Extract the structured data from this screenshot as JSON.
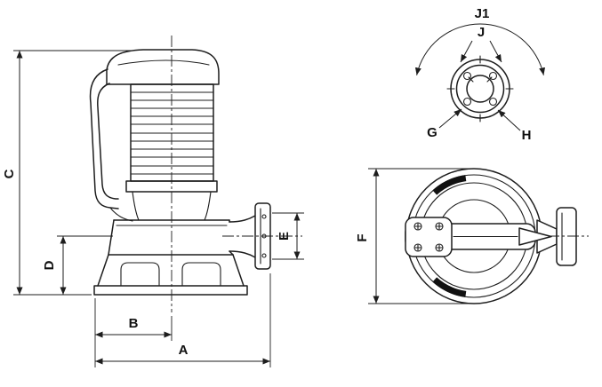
{
  "drawing": {
    "kind": "submersible pump dimensional drawing",
    "views": [
      "side elevation",
      "discharge flange detail",
      "plan view"
    ],
    "ink_color": "#1d1d1d",
    "background_color": "#ffffff"
  },
  "labels": {
    "A": "A",
    "B": "B",
    "C": "C",
    "D": "D",
    "E": "E",
    "F": "F",
    "G": "G",
    "H": "H",
    "J": "J",
    "J1": "J1"
  }
}
